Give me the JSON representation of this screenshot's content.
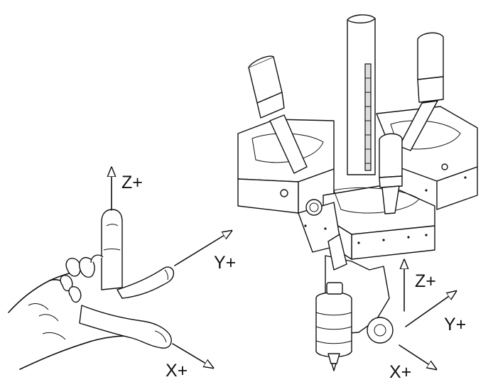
{
  "hand_axes": {
    "z_label": "Z+",
    "y_label": "Y+",
    "x_label": "X+"
  },
  "machine_axes": {
    "z_label": "Z+",
    "y_label": "Y+",
    "x_label": "X+"
  },
  "colors": {
    "line": "#111111",
    "background": "#ffffff"
  }
}
